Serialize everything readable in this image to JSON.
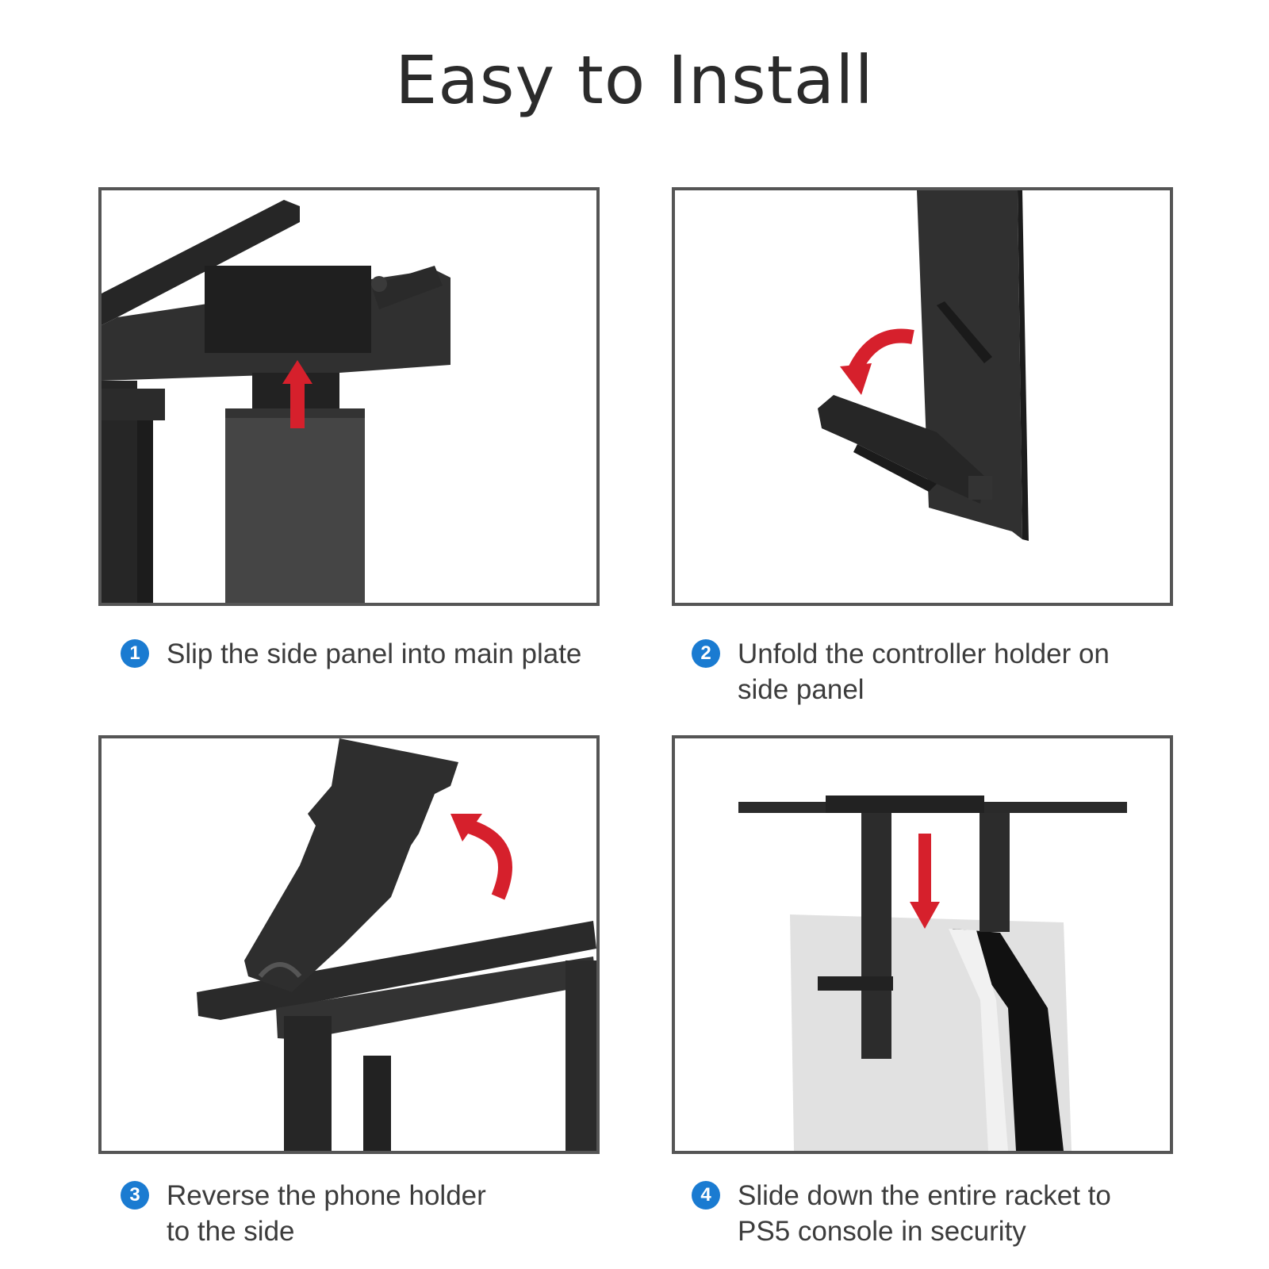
{
  "title": "Easy to Install",
  "steps": [
    {
      "number": "1",
      "text": "Slip the side panel into main plate"
    },
    {
      "number": "2",
      "text": "Unfold the controller holder on\nside panel"
    },
    {
      "number": "3",
      "text": "Reverse the phone holder\nto the side"
    },
    {
      "number": "4",
      "text": "Slide down the entire racket to\nPS5 console in security"
    }
  ],
  "colors": {
    "accent": "#1a7bd1",
    "arrow": "#d6202c",
    "bracket": "#2e2e2e",
    "frame": "#555555"
  }
}
